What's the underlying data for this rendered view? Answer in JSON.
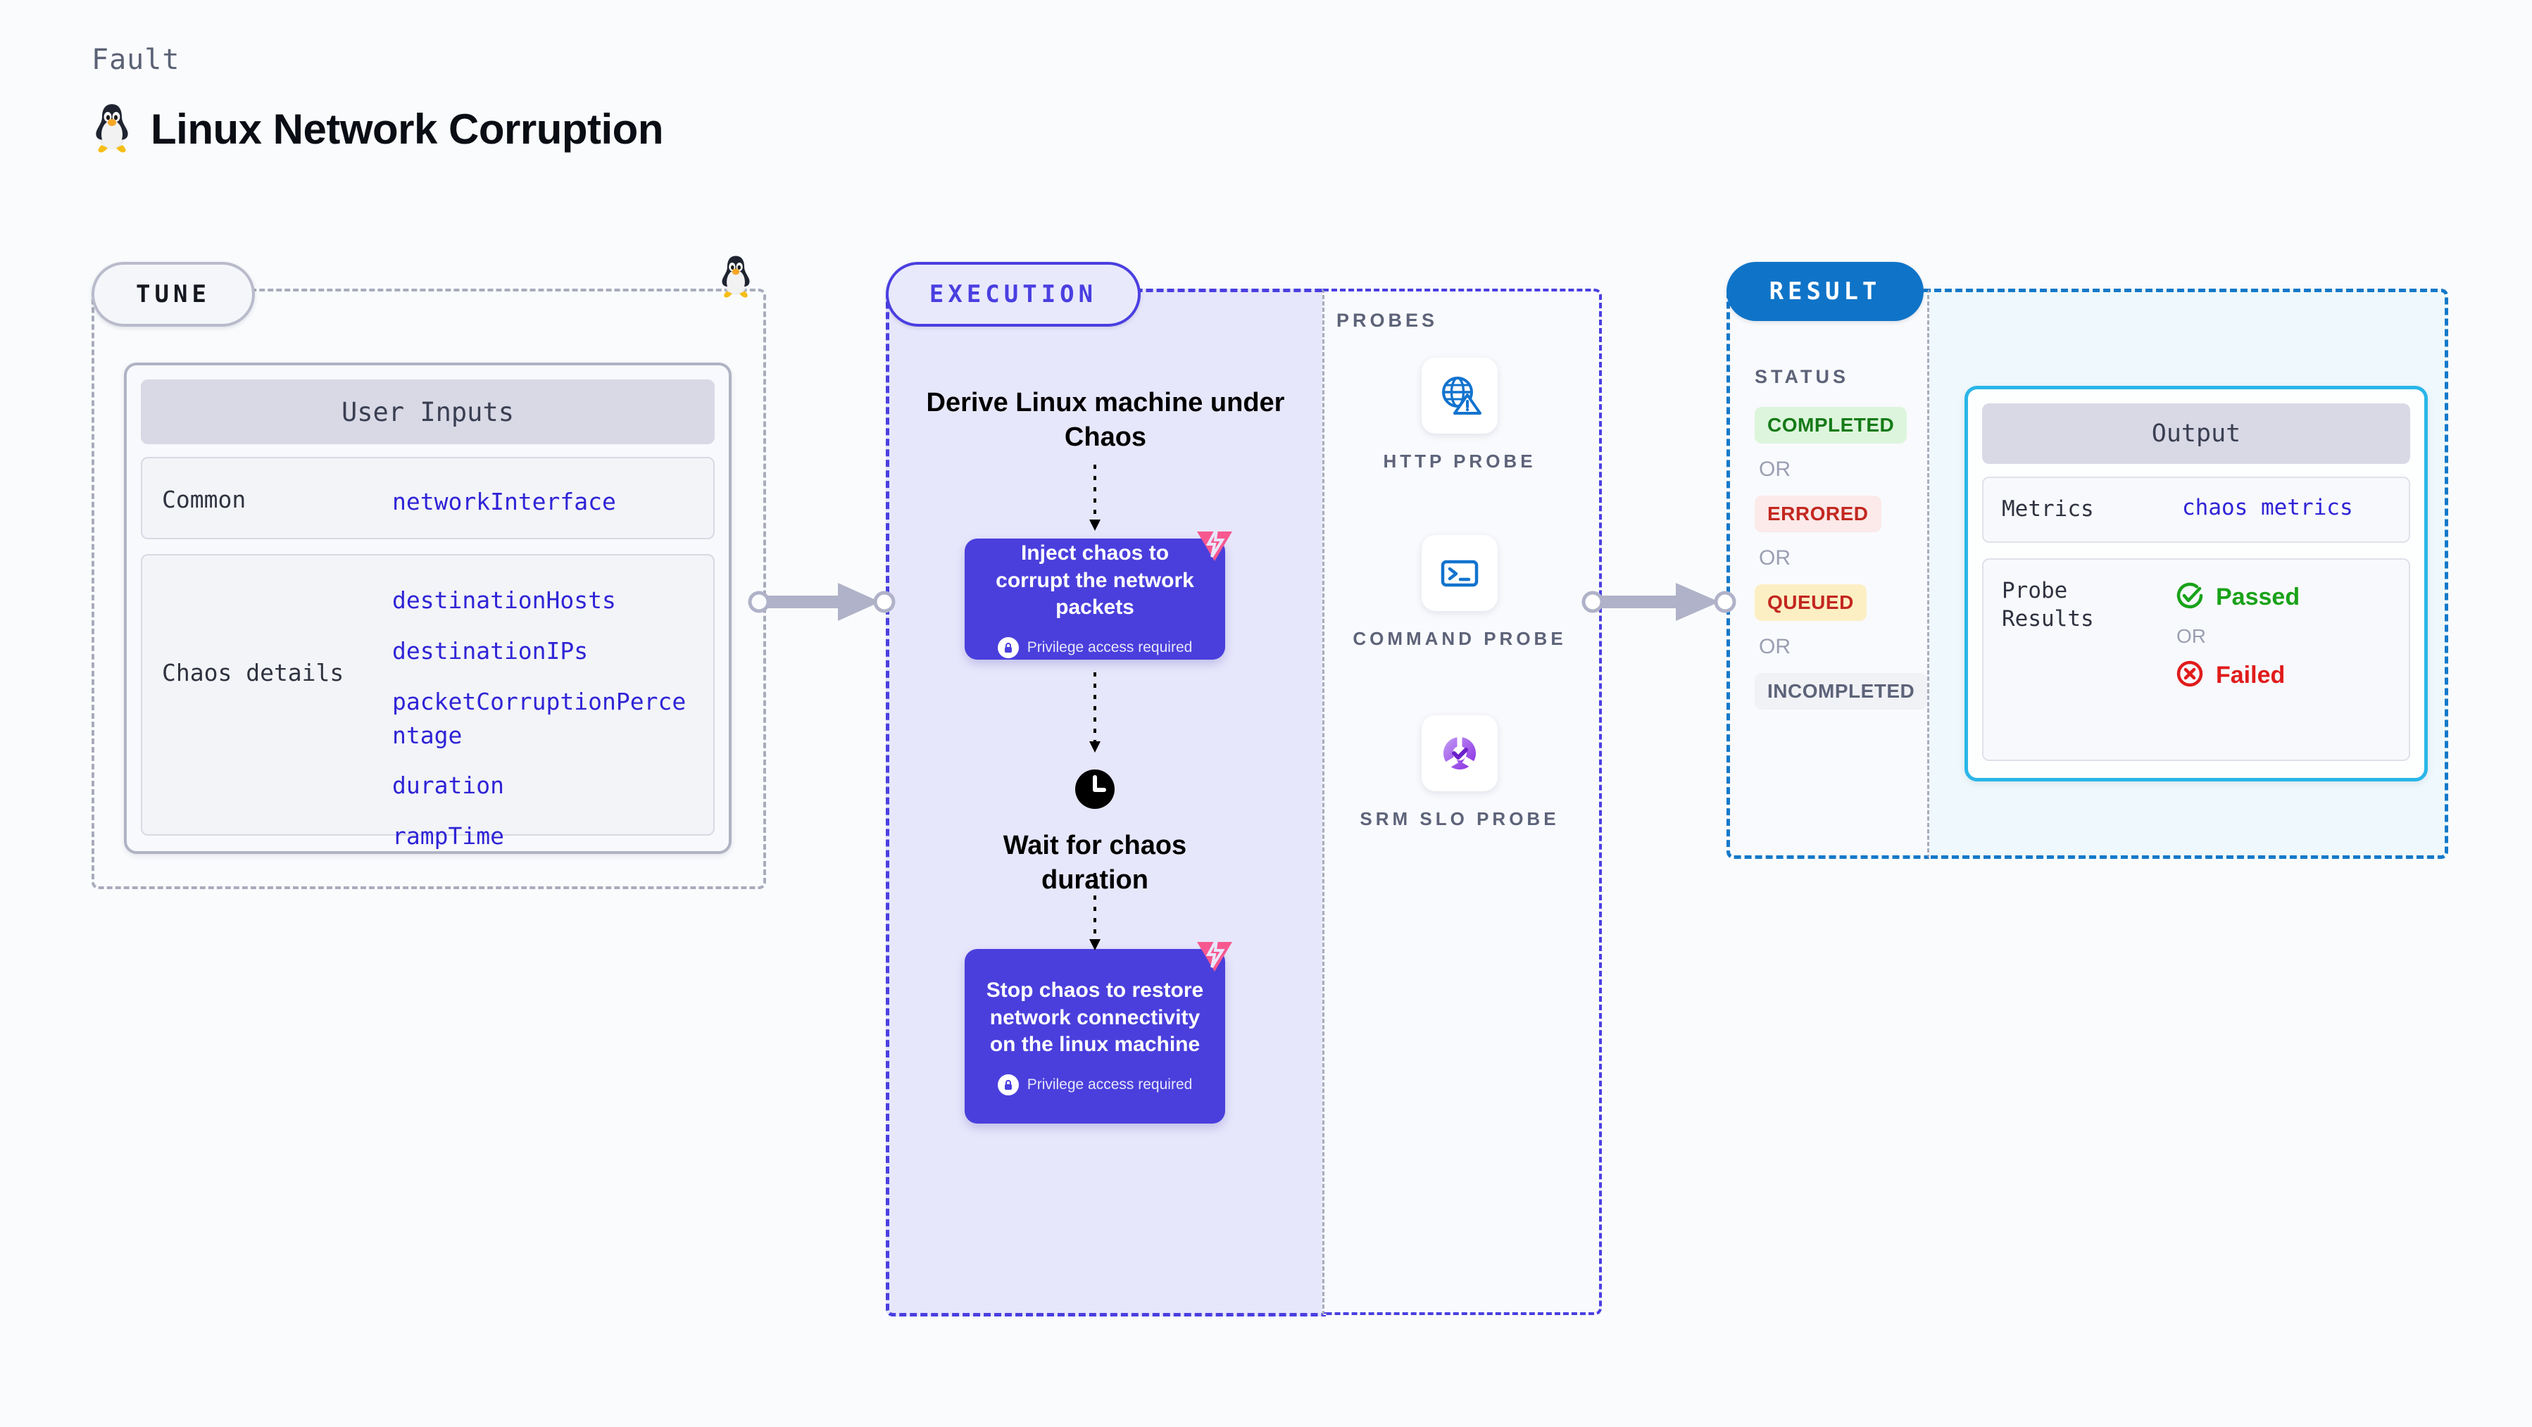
{
  "header": {
    "kicker": "Fault",
    "title": "Linux Network Corruption",
    "icon": "linux-penguin-icon"
  },
  "tune": {
    "pill_label": "TUNE",
    "card_title": "User Inputs",
    "rows": [
      {
        "key": "Common",
        "values": [
          "networkInterface"
        ]
      },
      {
        "key": "Chaos details",
        "values": [
          "destinationHosts",
          "destinationIPs",
          "packetCorruptionPercentage",
          "duration",
          "rampTime"
        ]
      }
    ],
    "corner_icon": "linux-penguin-icon"
  },
  "execution": {
    "pill_label": "EXECUTION",
    "heading": "Derive Linux machine under Chaos",
    "inject_card": {
      "title": "Inject chaos to corrupt the network packets",
      "privilege_note": "Privilege access required",
      "lock_icon": "lock-icon",
      "badge_icon": "chaos-bolt-badge-icon"
    },
    "wait_step": {
      "icon": "clock-icon",
      "label": "Wait for chaos duration"
    },
    "stop_card": {
      "title": "Stop chaos to restore network connectivity on the linux machine",
      "privilege_note": "Privilege access required",
      "lock_icon": "lock-icon",
      "badge_icon": "chaos-bolt-badge-icon"
    }
  },
  "probes": {
    "section_label": "PROBES",
    "items": [
      {
        "label": "HTTP PROBE",
        "icon": "globe-warning-icon"
      },
      {
        "label": "COMMAND PROBE",
        "icon": "terminal-icon"
      },
      {
        "label": "SRM SLO PROBE",
        "icon": "slo-donut-check-icon"
      }
    ]
  },
  "result": {
    "pill_label": "RESULT",
    "status_label": "STATUS",
    "or_label": "OR",
    "statuses": [
      {
        "text": "COMPLETED",
        "bg": "#DDF5DC",
        "fg": "#157A17"
      },
      {
        "text": "ERRORED",
        "bg": "#FBEAE9",
        "fg": "#C32720"
      },
      {
        "text": "QUEUED",
        "bg": "#FCEFC4",
        "fg": "#C32720"
      },
      {
        "text": "INCOMPLETED",
        "bg": "#F1F2F6",
        "fg": "#5D6379"
      }
    ],
    "output": {
      "card_title": "Output",
      "metrics_key": "Metrics",
      "metrics_value": "chaos metrics",
      "probe_results_key": "Probe Results",
      "passed_label": "Passed",
      "failed_label": "Failed",
      "or_label": "OR",
      "passed_icon": "check-circle-icon",
      "failed_icon": "x-circle-icon"
    }
  },
  "colors": {
    "accent_indigo": "#4A3FE0",
    "accent_blue": "#1479C9",
    "accent_cyan": "#29B6E8",
    "chaos_pink": "#F7588F",
    "card_purple": "#4A3FDC",
    "exec_fill": "#E7E7FB",
    "result_fill": "#EFF9FD",
    "page_bg": "#FAFBFD"
  },
  "connectors": [
    {
      "name": "tune-to-execution"
    },
    {
      "name": "probes-to-result"
    }
  ]
}
